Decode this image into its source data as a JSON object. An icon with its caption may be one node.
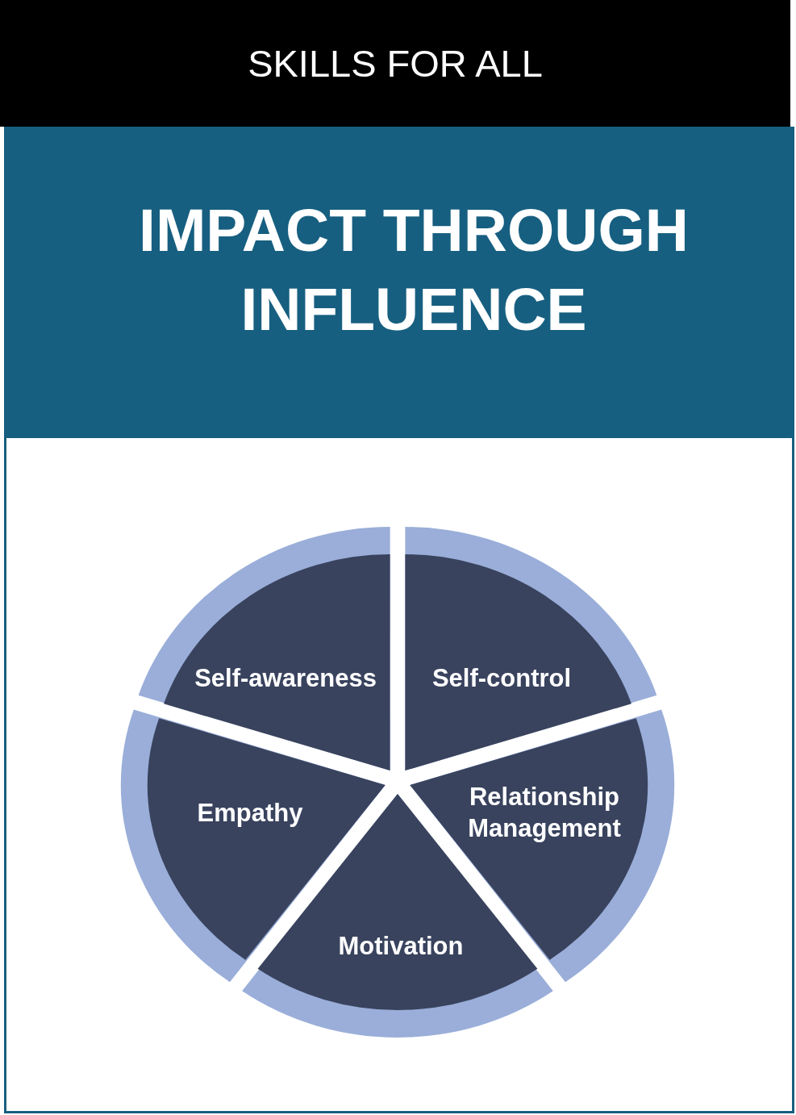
{
  "diagram": {
    "title": "IMPACT THROUGH INFLUENCE",
    "nodes": [
      {
        "text": [
          "Self-awareness"
        ]
      },
      {
        "text": [
          "Self-control"
        ]
      },
      {
        "text": [
          "Relationship Management"
        ]
      },
      {
        "text": [
          "Motivation"
        ]
      },
      {
        "text": [
          "Empathy"
        ]
      }
    ],
    "labels": [
      "SKILLS FOR ALL"
    ]
  }
}
